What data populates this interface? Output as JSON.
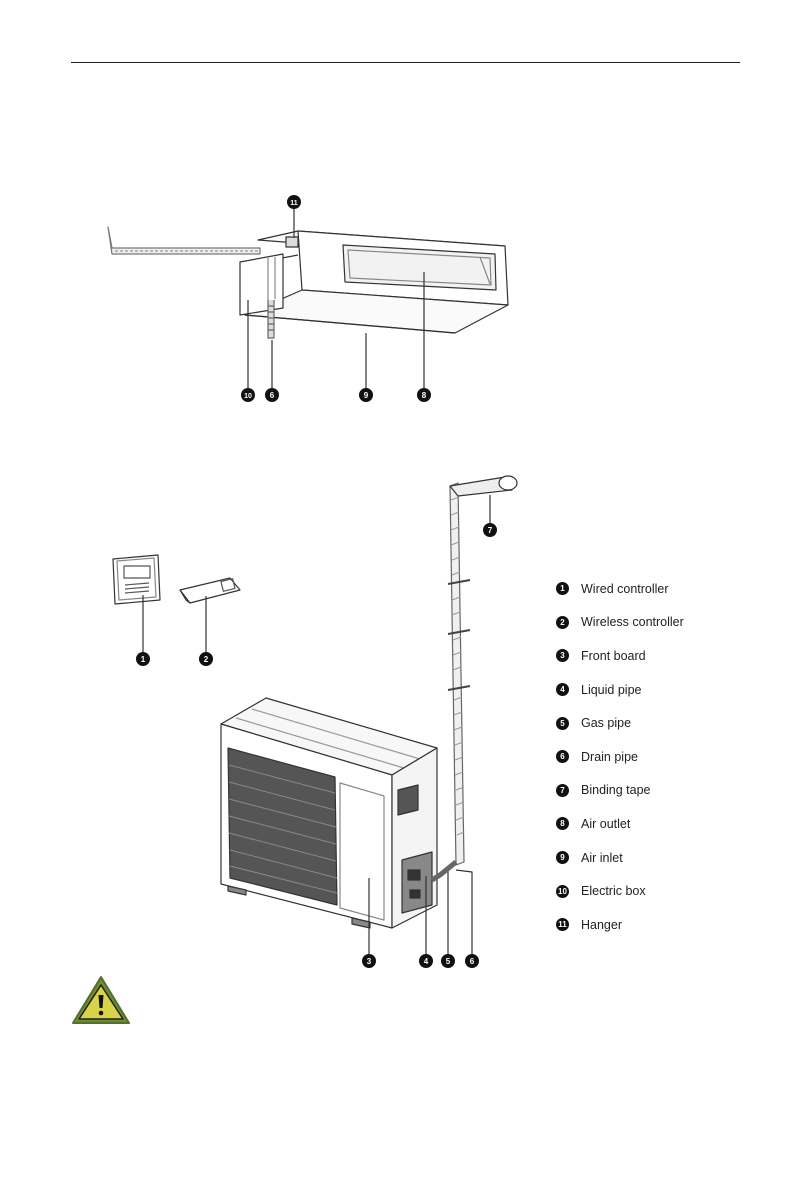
{
  "legend": [
    {
      "num": "1",
      "label": "Wired controller"
    },
    {
      "num": "2",
      "label": "Wireless controller"
    },
    {
      "num": "3",
      "label": "Front board"
    },
    {
      "num": "4",
      "label": "Liquid pipe"
    },
    {
      "num": "5",
      "label": "Gas pipe"
    },
    {
      "num": "6",
      "label": "Drain pipe"
    },
    {
      "num": "7",
      "label": "Binding tape"
    },
    {
      "num": "8",
      "label": "Air outlet"
    },
    {
      "num": "9",
      "label": "Air inlet"
    },
    {
      "num": "10",
      "label": "Electric box"
    },
    {
      "num": "11",
      "label": "Hanger"
    }
  ],
  "callouts": {
    "hanger": "11",
    "electric_box": "10",
    "drain_indoor": "6",
    "air_inlet": "9",
    "air_outlet": "8",
    "binding_tape": "7",
    "wired_controller": "1",
    "wireless_controller": "2",
    "front_board": "3",
    "liquid_pipe": "4",
    "gas_pipe": "5",
    "drain_outdoor": "6"
  },
  "icons": {
    "warning": "warning-triangle-icon"
  },
  "colors": {
    "line": "#333333",
    "warning_fill": "#d9d34a",
    "warning_border": "#6f8d2f"
  }
}
